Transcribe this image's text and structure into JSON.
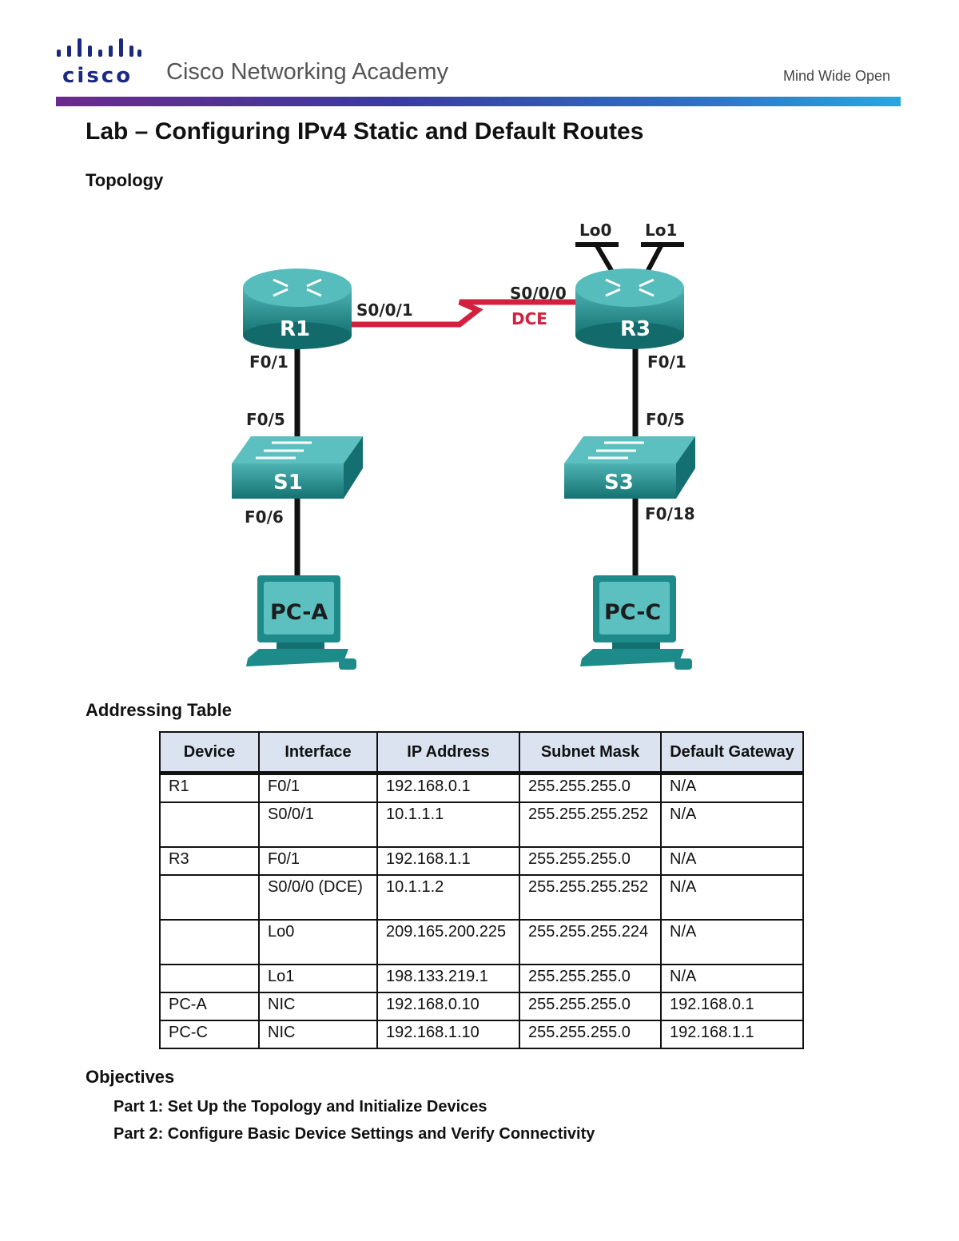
{
  "header": {
    "logo_text": "cisco",
    "brand": "Cisco Networking Academy",
    "tagline": "Mind Wide Open",
    "accent_colors": [
      "#6b2a8c",
      "#2f6fc0",
      "#29a6df"
    ]
  },
  "title": "Lab – Configuring IPv4 Static and Default Routes",
  "sections": {
    "topology": "Topology",
    "addressing": "Addressing Table",
    "objectives": "Objectives"
  },
  "topology": {
    "routers": [
      {
        "name": "R1",
        "serial": "S0/0/1",
        "fa": "F0/1"
      },
      {
        "name": "R3",
        "serial": "S0/0/0",
        "serial_note": "DCE",
        "fa": "F0/1",
        "loopbacks": [
          "Lo0",
          "Lo1"
        ]
      }
    ],
    "switches": [
      {
        "name": "S1",
        "up": "F0/5",
        "down": "F0/6"
      },
      {
        "name": "S3",
        "up": "F0/5",
        "down": "F0/18"
      }
    ],
    "pcs": [
      "PC-A",
      "PC-C"
    ],
    "colors": {
      "device": "#1f8a8a",
      "serial_link": "#d0213e",
      "ethernet_link": "#111111"
    }
  },
  "table": {
    "headers": [
      "Device",
      "Interface",
      "IP Address",
      "Subnet Mask",
      "Default Gateway"
    ],
    "rows": [
      [
        "R1",
        "F0/1",
        "192.168.0.1",
        "255.255.255.0",
        "N/A"
      ],
      [
        "",
        "S0/0/1",
        "10.1.1.1",
        "255.255.255.252",
        "N/A"
      ],
      [
        "R3",
        "F0/1",
        "192.168.1.1",
        "255.255.255.0",
        "N/A"
      ],
      [
        "",
        "S0/0/0 (DCE)",
        "10.1.1.2",
        "255.255.255.252",
        "N/A"
      ],
      [
        "",
        "Lo0",
        "209.165.200.225",
        "255.255.255.224",
        "N/A"
      ],
      [
        "",
        "Lo1",
        "198.133.219.1",
        "255.255.255.0",
        "N/A"
      ],
      [
        "PC-A",
        "NIC",
        "192.168.0.10",
        "255.255.255.0",
        "192.168.0.1"
      ],
      [
        "PC-C",
        "NIC",
        "192.168.1.10",
        "255.255.255.0",
        "192.168.1.1"
      ]
    ]
  },
  "objectives": [
    "Part 1: Set Up the Topology and Initialize Devices",
    "Part 2: Configure Basic Device Settings and Verify Connectivity"
  ]
}
